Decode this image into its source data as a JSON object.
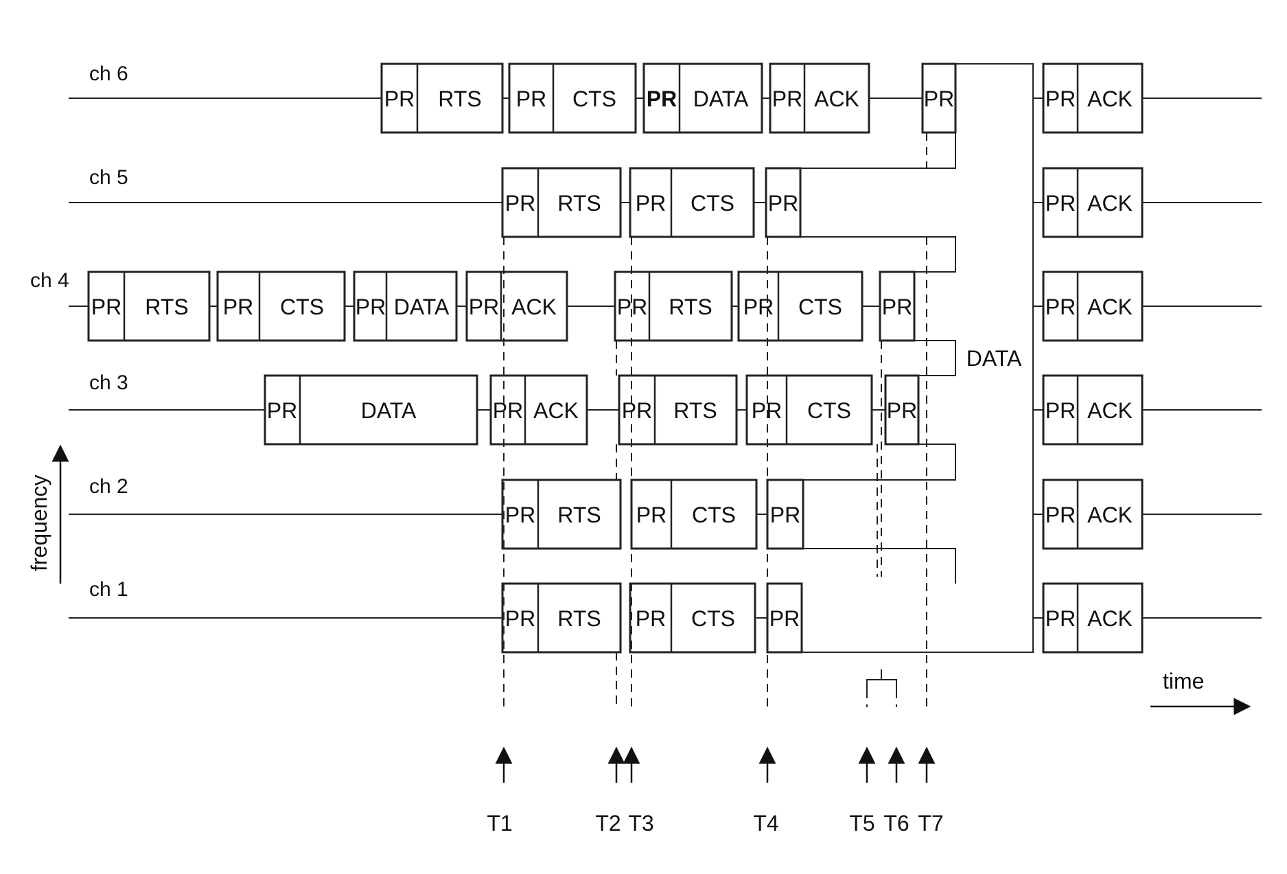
{
  "channels": [
    {
      "label": "ch 6"
    },
    {
      "label": "ch 5"
    },
    {
      "label": "ch 4"
    },
    {
      "label": "ch 3"
    },
    {
      "label": "ch 2"
    },
    {
      "label": "ch 1"
    }
  ],
  "frames": {
    "pr": "PR",
    "rts": "RTS",
    "cts": "CTS",
    "data": "DATA",
    "ack": "ACK"
  },
  "axes": {
    "y_label": "frequency",
    "x_label": "time"
  },
  "times": [
    "T1",
    "T2",
    "T3",
    "T4",
    "T5",
    "T6",
    "T7"
  ]
}
